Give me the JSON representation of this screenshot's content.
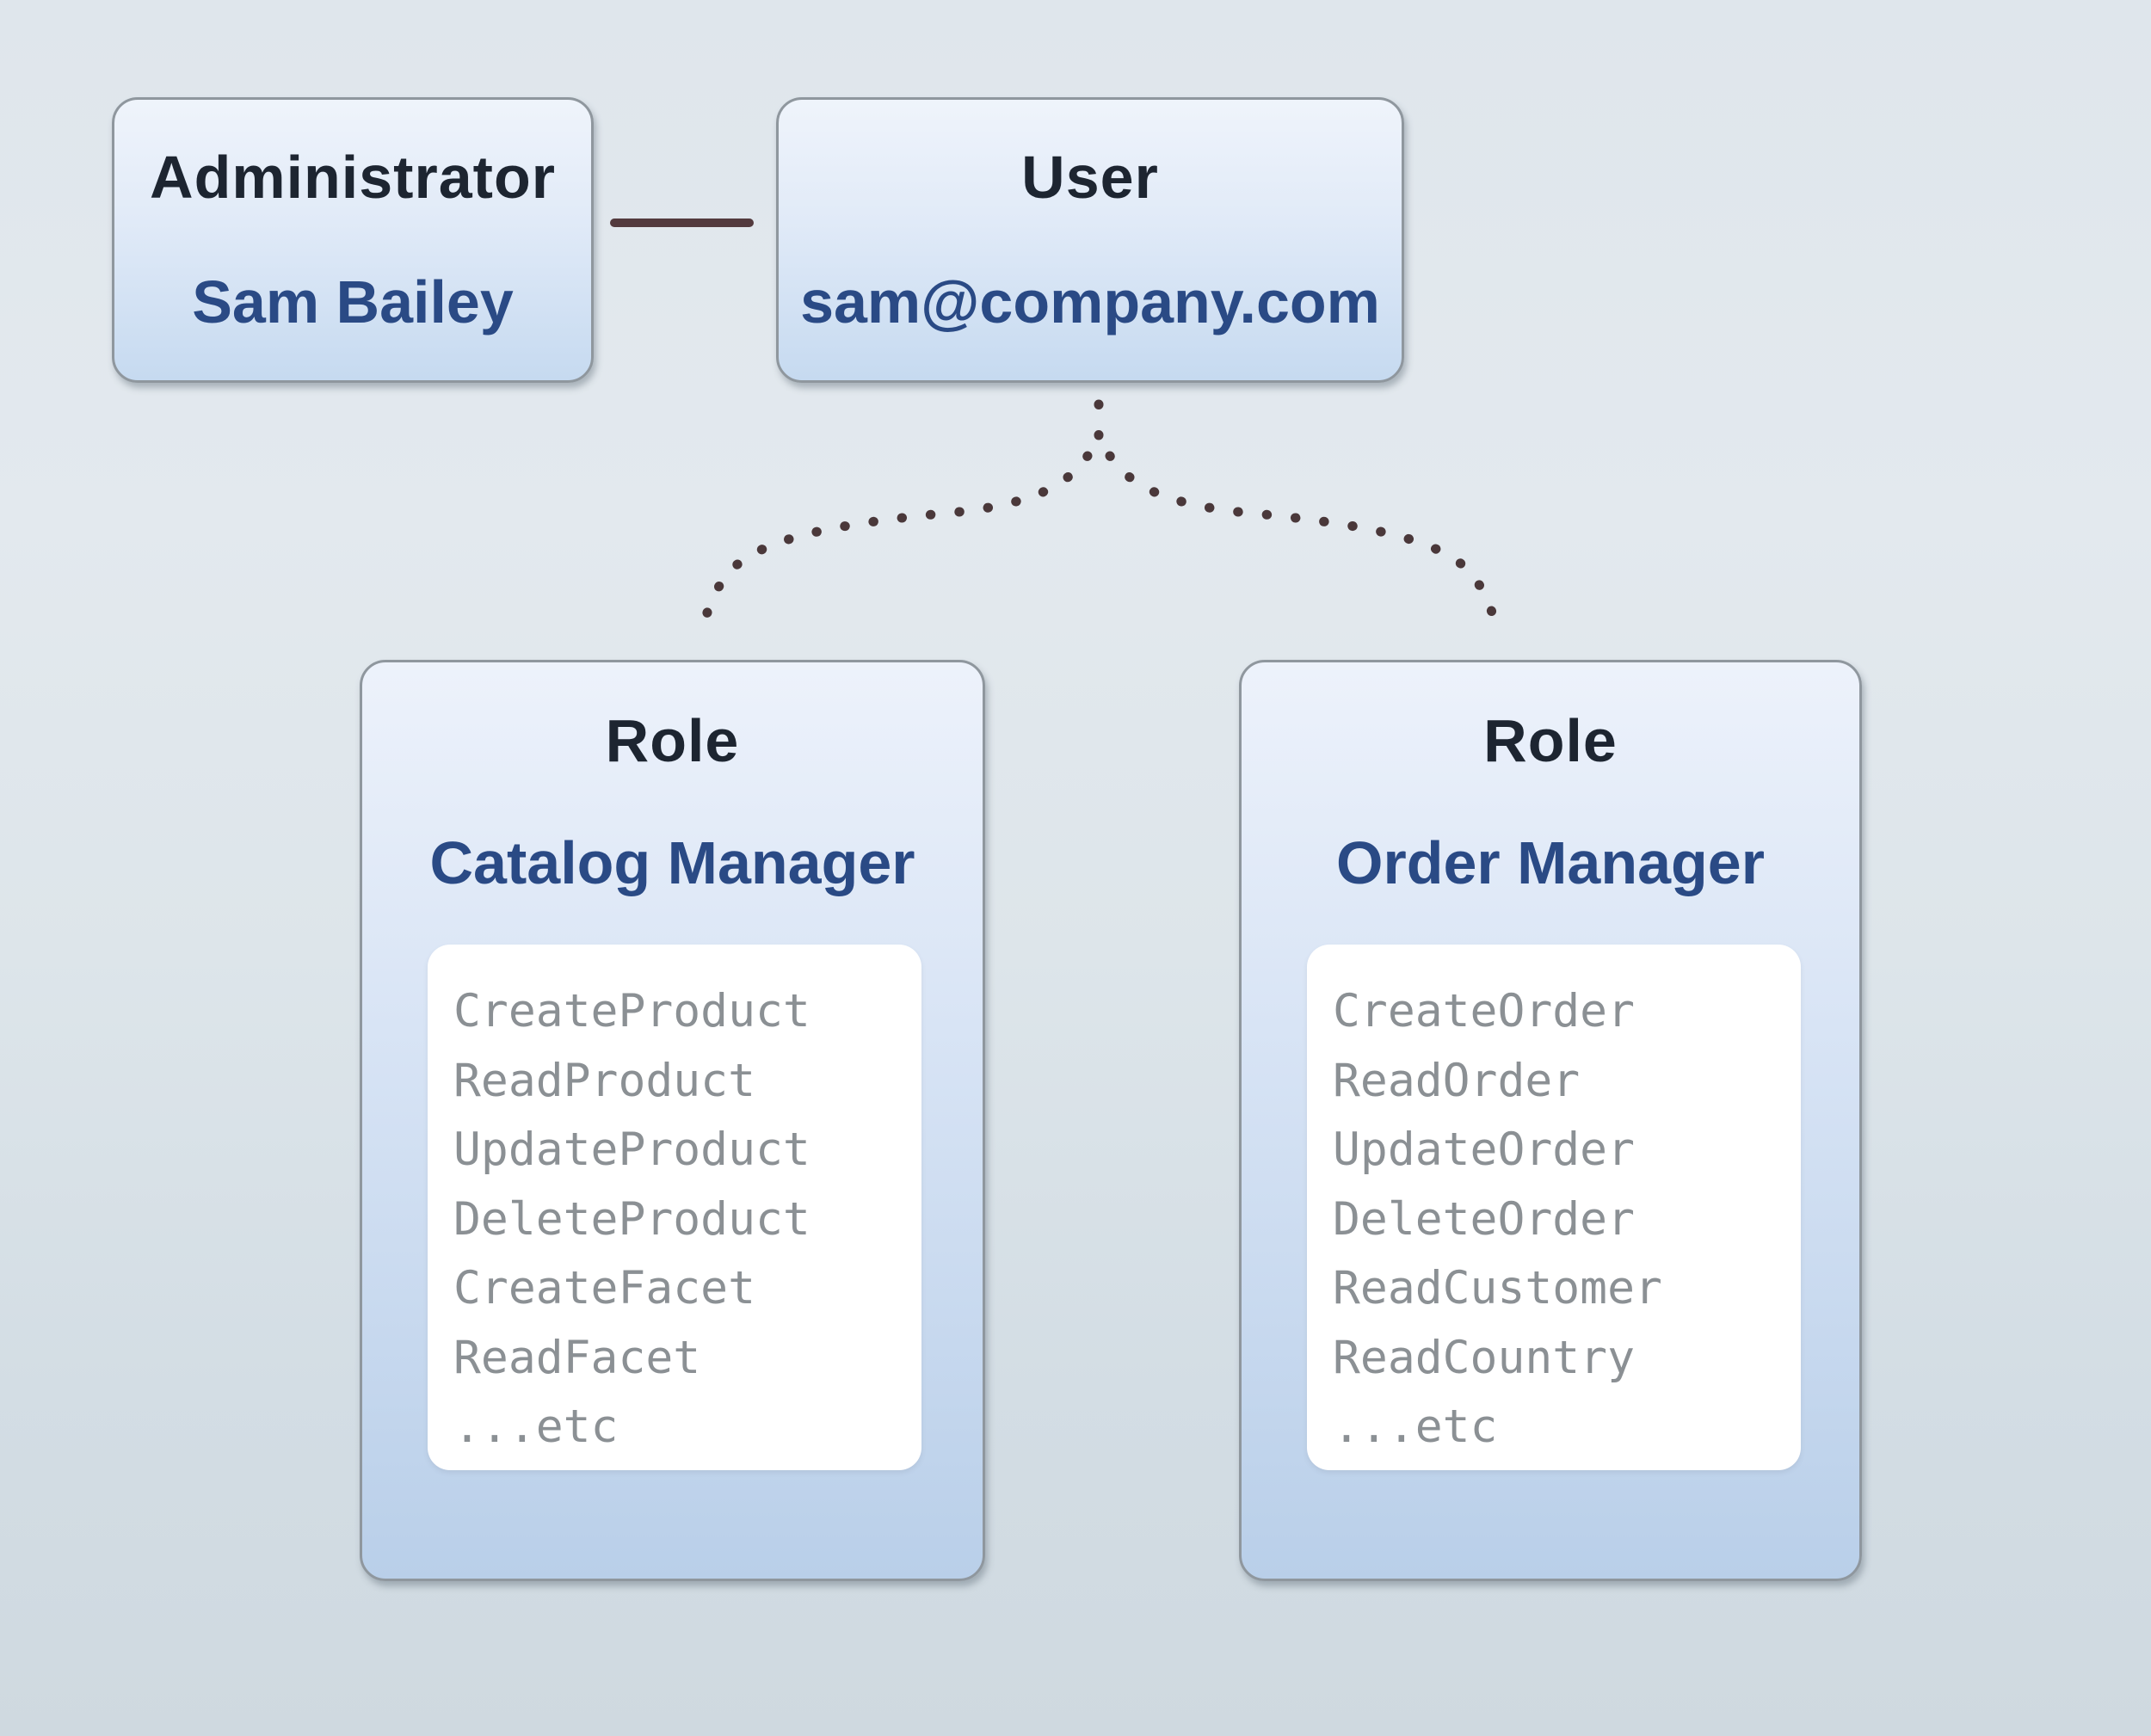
{
  "administrator": {
    "title": "Administrator",
    "name": "Sam Bailey"
  },
  "user": {
    "title": "User",
    "email": "sam@company.com"
  },
  "roles": [
    {
      "title": "Role",
      "name": "Catalog Manager",
      "permissions": [
        "CreateProduct",
        "ReadProduct",
        "UpdateProduct",
        "DeleteProduct",
        "CreateFacet",
        "ReadFacet",
        "...etc"
      ]
    },
    {
      "title": "Role",
      "name": "Order Manager",
      "permissions": [
        "CreateOrder",
        "ReadOrder",
        "UpdateOrder",
        "DeleteOrder",
        "ReadCustomer",
        "ReadCountry",
        "...etc"
      ]
    }
  ],
  "colors": {
    "title_dark": "#1d2531",
    "accent_blue": "#2a4a85",
    "perm_gray": "#8b9094",
    "connector_brown": "#533a3e",
    "dot_brown": "#4a383a",
    "node_border": "#8f979e"
  }
}
